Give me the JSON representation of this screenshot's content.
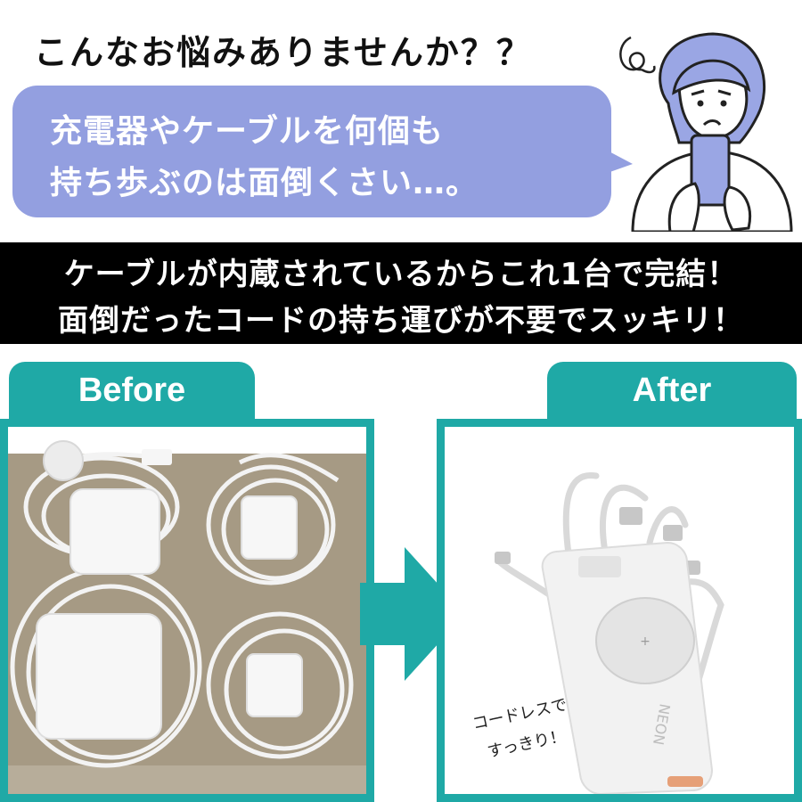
{
  "header": {
    "question": "こんなお悩みありませんか？？"
  },
  "bubble": {
    "line1": "充電器やケーブルを何個も",
    "line2": "持ち歩ぶのは面倒くさい…。",
    "color": "#939fe0"
  },
  "banner": {
    "line1": "ケーブルが内蔵されているからこれ1台で完結！",
    "line2": "面倒だったコードの持ち運びが不要でスッキリ！"
  },
  "before_panel": {
    "label": "Before"
  },
  "after_panel": {
    "label": "After",
    "product_brand": "NEON",
    "note_line1": "コードレスで",
    "note_line2": "すっきり！"
  },
  "colors": {
    "accent": "#1fa9a6",
    "banner_bg": "#000000",
    "before_bg": "#a69a84"
  },
  "icons": {
    "person": "worried-person-with-phone-icon",
    "scribble": "confused-scribble-icon",
    "arrow": "right-arrow-icon"
  }
}
